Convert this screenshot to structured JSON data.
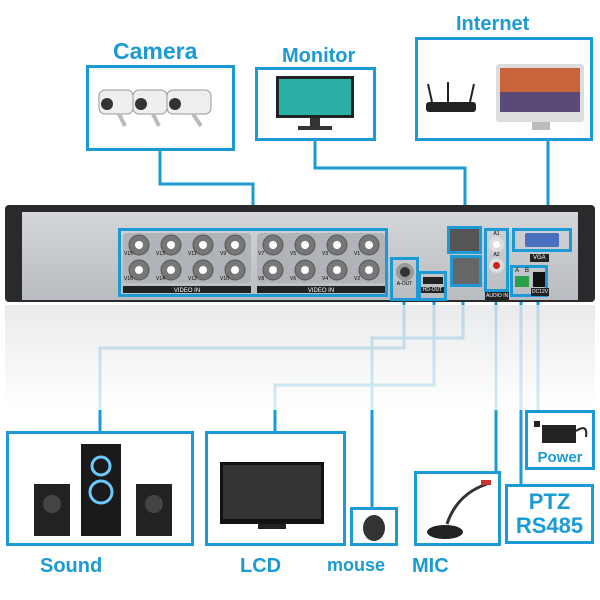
{
  "labels": {
    "camera": "Camera",
    "monitor": "Monitor",
    "internet": "Internet",
    "sound": "Sound",
    "lcd": "LCD",
    "mouse": "mouse",
    "mic": "MIC",
    "ptz_line1": "PTZ",
    "ptz_line2": "RS485",
    "power": "Power"
  },
  "panel": {
    "video_in": "VIDEO IN",
    "a_out": "A-OUT",
    "hd_out": "HD-OUT",
    "vga": "VGA",
    "audio_in": "AUDIO IN",
    "a1": "A1",
    "a2": "A2",
    "rs485_a": "A",
    "rs485_b": "B",
    "dc": "DC12V",
    "channels_left_top": [
      "V15",
      "V13",
      "V11",
      "V9"
    ],
    "channels_left_bottom": [
      "V16",
      "V14",
      "V12",
      "V10"
    ],
    "channels_right_top": [
      "V7",
      "V5",
      "V3",
      "V1"
    ],
    "channels_right_bottom": [
      "V8",
      "V6",
      "V4",
      "V2"
    ]
  },
  "colors": {
    "accent": "#1b9ad6",
    "chassis": "#2a2a2c",
    "panel": "#c9ccd0"
  }
}
